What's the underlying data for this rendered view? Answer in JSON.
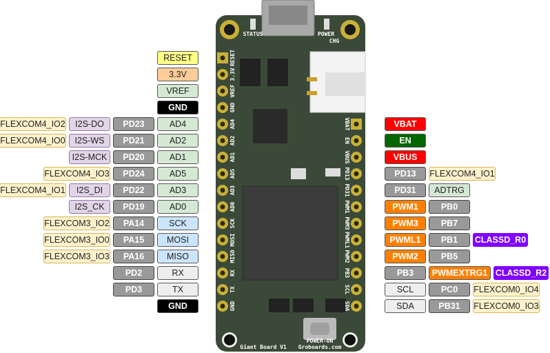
{
  "board": {
    "name": "Giant Board V1",
    "website": "Groboards.com",
    "button_label": "POWER-ON",
    "led_labels": [
      "STATUS",
      "POWER",
      "CHG"
    ],
    "left_silk": [
      "RESET",
      "3.3V",
      "VREF",
      "GND",
      "AD4",
      "AD2",
      "AD1",
      "AD5",
      "AD3",
      "AD0",
      "SCK",
      "MOSI",
      "MISO",
      "RX",
      "TX",
      "GND"
    ],
    "right_silk": [
      "VBAT",
      "EN",
      "VBUS",
      "PD13",
      "PD31",
      "PWM1",
      "PWM3",
      "PWML1",
      "PWM2",
      "PB3",
      "SCL",
      "SDA"
    ]
  },
  "colors": {
    "pcb": "#3b4a38",
    "gold": "#c9b037",
    "gpio": "#999999",
    "pwm": "#ff8000",
    "classd": "#7f00ff",
    "power": "#ff0000",
    "enable": "#006600"
  },
  "left_pins": [
    [
      {
        "text": "RESET",
        "kind": "reset"
      }
    ],
    [
      {
        "text": "3.3V",
        "kind": "power33"
      }
    ],
    [
      {
        "text": "VREF",
        "kind": "analog"
      }
    ],
    [
      {
        "text": "GND",
        "kind": "gnd"
      }
    ],
    [
      {
        "text": "AD4",
        "kind": "analog"
      },
      {
        "text": "PD23",
        "kind": "gpio"
      },
      {
        "text": "I2S-DO",
        "kind": "i2s"
      },
      {
        "text": "FLEXCOM4_IO2",
        "kind": "flex"
      }
    ],
    [
      {
        "text": "AD2",
        "kind": "analog"
      },
      {
        "text": "PD21",
        "kind": "gpio"
      },
      {
        "text": "I2S-WS",
        "kind": "i2s"
      },
      {
        "text": "FLEXCOM4_IO0",
        "kind": "flex"
      }
    ],
    [
      {
        "text": "AD1",
        "kind": "analog"
      },
      {
        "text": "PD20",
        "kind": "gpio"
      },
      {
        "text": "I2S-MCK",
        "kind": "i2s"
      }
    ],
    [
      {
        "text": "AD5",
        "kind": "analog"
      },
      {
        "text": "PD24",
        "kind": "gpio"
      },
      {
        "text": "FLEXCOM4_IO3",
        "kind": "flex"
      }
    ],
    [
      {
        "text": "AD3",
        "kind": "analog"
      },
      {
        "text": "PD22",
        "kind": "gpio"
      },
      {
        "text": "I2S_DI",
        "kind": "i2s"
      },
      {
        "text": "FLEXCOM4_IO1",
        "kind": "flex"
      }
    ],
    [
      {
        "text": "AD0",
        "kind": "analog"
      },
      {
        "text": "PD19",
        "kind": "gpio"
      },
      {
        "text": "I2S_CK",
        "kind": "i2s"
      }
    ],
    [
      {
        "text": "SCK",
        "kind": "spi"
      },
      {
        "text": "PA14",
        "kind": "gpio"
      },
      {
        "text": "FLEXCOM3_IO2",
        "kind": "flex"
      }
    ],
    [
      {
        "text": "MOSI",
        "kind": "spi"
      },
      {
        "text": "PA15",
        "kind": "gpio"
      },
      {
        "text": "FLEXCOM3_IO0",
        "kind": "flex"
      }
    ],
    [
      {
        "text": "MISO",
        "kind": "spi"
      },
      {
        "text": "PA16",
        "kind": "gpio"
      },
      {
        "text": "FLEXCOM3_IO3",
        "kind": "flex"
      }
    ],
    [
      {
        "text": "RX",
        "kind": "uart"
      },
      {
        "text": "PD2",
        "kind": "gpio"
      }
    ],
    [
      {
        "text": "TX",
        "kind": "uart"
      },
      {
        "text": "PD3",
        "kind": "gpio"
      }
    ],
    [
      {
        "text": "GND",
        "kind": "gnd"
      }
    ]
  ],
  "right_pins": [
    [
      {
        "text": "VBAT",
        "kind": "vbat"
      }
    ],
    [
      {
        "text": "EN",
        "kind": "en"
      }
    ],
    [
      {
        "text": "VBUS",
        "kind": "vbat"
      }
    ],
    [
      {
        "text": "PD13",
        "kind": "gpio"
      },
      {
        "text": "FLEXCOM4_IO1",
        "kind": "flex"
      }
    ],
    [
      {
        "text": "PD31",
        "kind": "gpio"
      },
      {
        "text": "ADTRG",
        "kind": "analog"
      }
    ],
    [
      {
        "text": "PWM1",
        "kind": "pwm"
      },
      {
        "text": "PB0",
        "kind": "gpio"
      }
    ],
    [
      {
        "text": "PWM3",
        "kind": "pwm"
      },
      {
        "text": "PB7",
        "kind": "gpio"
      }
    ],
    [
      {
        "text": "PWML1",
        "kind": "pwm"
      },
      {
        "text": "PB1",
        "kind": "gpio"
      },
      {
        "text": "CLASSD_R0",
        "kind": "classd"
      }
    ],
    [
      {
        "text": "PWM2",
        "kind": "pwm"
      },
      {
        "text": "PB5",
        "kind": "gpio"
      }
    ],
    [
      {
        "text": "PB3",
        "kind": "gpio"
      },
      {
        "text": "PWMEXTRG1",
        "kind": "pwm"
      },
      {
        "text": "CLASSD_R2",
        "kind": "classd"
      }
    ],
    [
      {
        "text": "SCL",
        "kind": "uart"
      },
      {
        "text": "PC0",
        "kind": "gpio"
      },
      {
        "text": "FLEXCOM0_IO4",
        "kind": "flex"
      }
    ],
    [
      {
        "text": "SDA",
        "kind": "uart"
      },
      {
        "text": "PB31",
        "kind": "gpio"
      },
      {
        "text": "FLEXCOM0_IO3",
        "kind": "flex"
      }
    ]
  ]
}
